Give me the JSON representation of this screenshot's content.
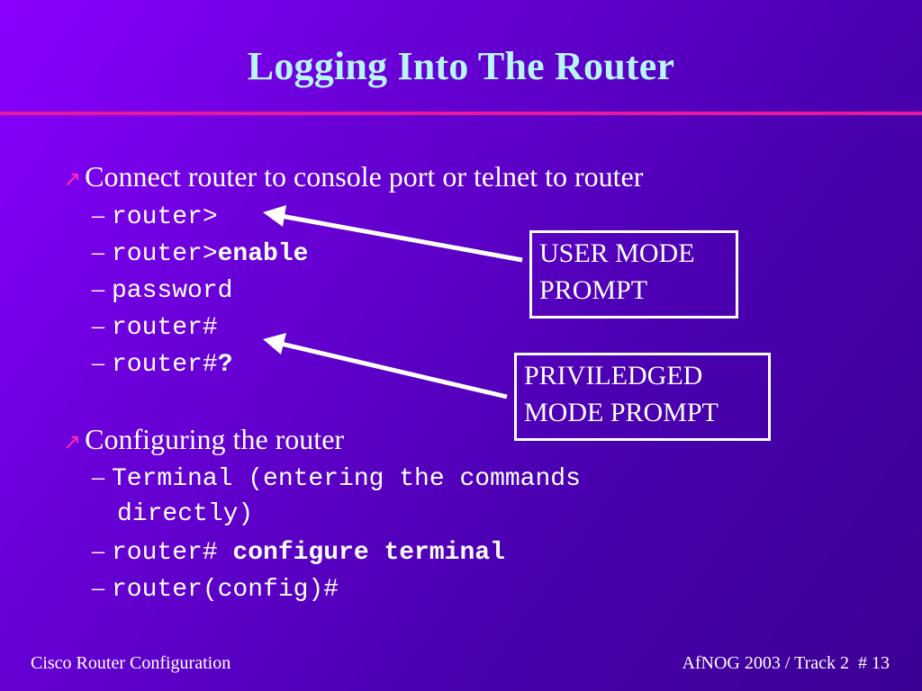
{
  "slide": {
    "title": "Logging Into The Router",
    "bullets": [
      {
        "icon": "arrow-up-right-icon",
        "text": "Connect router to console port or telnet to router",
        "items": [
          {
            "prefix": "router>",
            "bold": ""
          },
          {
            "prefix": "router>",
            "bold": "enable"
          },
          {
            "prefix": "password",
            "bold": ""
          },
          {
            "prefix": "router#",
            "bold": ""
          },
          {
            "prefix": "router#",
            "bold": "?"
          }
        ]
      },
      {
        "icon": "arrow-up-right-icon",
        "text": "Configuring the router",
        "items": [
          {
            "line1": "Terminal (entering the commands",
            "line2": "directly)"
          },
          {
            "prefix": "router# ",
            "bold": "configure terminal"
          },
          {
            "prefix": "router(config)#",
            "bold": ""
          }
        ]
      }
    ],
    "callouts": [
      {
        "line1": "USER MODE",
        "line2": "PROMPT"
      },
      {
        "line1": "PRIVILEDGED",
        "line2": "MODE PROMPT"
      }
    ],
    "footer": {
      "left": "Cisco Router Configuration",
      "right": "AfNOG 2003 / Track 2  # 13"
    }
  },
  "colors": {
    "title": "#b7f6ff",
    "rule": "#e51a9c",
    "bullet_icon": "#ff2db0",
    "text": "#ffffff"
  }
}
